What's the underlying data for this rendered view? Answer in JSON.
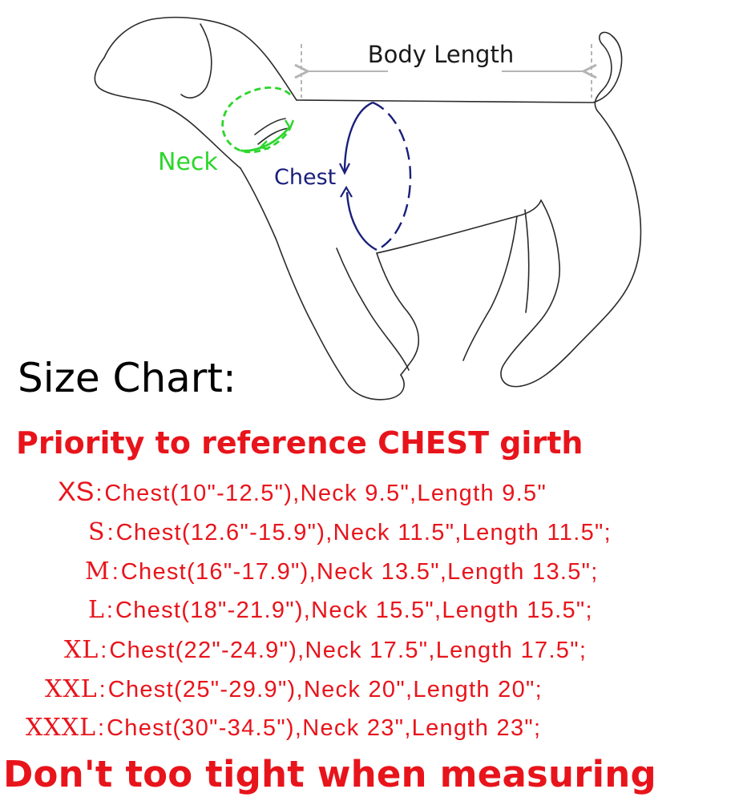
{
  "diagram": {
    "body_length_label": "Body Length",
    "neck_label": "Neck",
    "chest_label": "Chest"
  },
  "chart": {
    "title": "Size Chart:",
    "priority_note": "Priority to reference CHEST girth",
    "rows": [
      {
        "size": "XS",
        "spec": "Chest(10\"-12.5\"),Neck 9.5\",Length 9.5\""
      },
      {
        "size": "S",
        "spec": "Chest(12.6\"-15.9\"),Neck 11.5\",Length 11.5\";"
      },
      {
        "size": "M",
        "spec": "Chest(16\"-17.9\"),Neck 13.5\",Length 13.5\";"
      },
      {
        "size": "L",
        "spec": "Chest(18\"-21.9\"),Neck 15.5\",Length 15.5\";"
      },
      {
        "size": "XL",
        "spec": "Chest(22\"-24.9\"),Neck 17.5\",Length 17.5\";"
      },
      {
        "size": "XXL",
        "spec": "Chest(25\"-29.9\"),Neck 20\",Length 20\";"
      },
      {
        "size": "XXXL",
        "spec": "Chest(30\"-34.5\"),Neck 23\",Length 23\";"
      }
    ],
    "warning": "Don't too tight when measuring"
  },
  "colors": {
    "text_red": "#e8141b",
    "neck_green": "#2bd62b",
    "chest_navy": "#1a1f7a",
    "guide_gray": "#b5b5b5",
    "outline": "#2a2a2a"
  }
}
